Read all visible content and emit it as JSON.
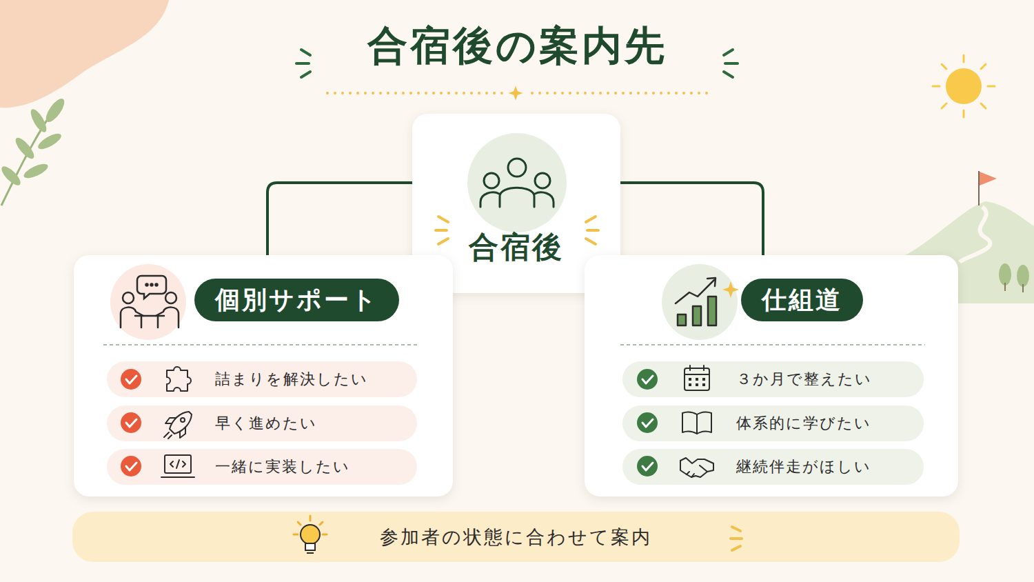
{
  "diagram": {
    "title": "合宿後の案内先",
    "nodes": [
      {
        "text": [
          "合宿後"
        ]
      },
      {
        "text": [
          "個別サポート"
        ]
      },
      {
        "text": [
          "詰まりを解決したい"
        ],
        "in": 1
      },
      {
        "text": [
          "早く進めたい"
        ],
        "in": 1
      },
      {
        "text": [
          "一緒に実装したい"
        ],
        "in": 1
      },
      {
        "text": [
          "仕組道"
        ]
      },
      {
        "text": [
          "３か月で整えたい"
        ],
        "in": 5
      },
      {
        "text": [
          "体系的に学びたい"
        ],
        "in": 5
      },
      {
        "text": [
          "継続伴走がほしい"
        ],
        "in": 5
      },
      {
        "text": [
          "参加者の状態に合わせて案内"
        ]
      }
    ],
    "edges": [
      {
        "from": 0,
        "to": 1,
        "arrow": "none"
      },
      {
        "from": 0,
        "to": 5,
        "arrow": "none"
      }
    ]
  }
}
